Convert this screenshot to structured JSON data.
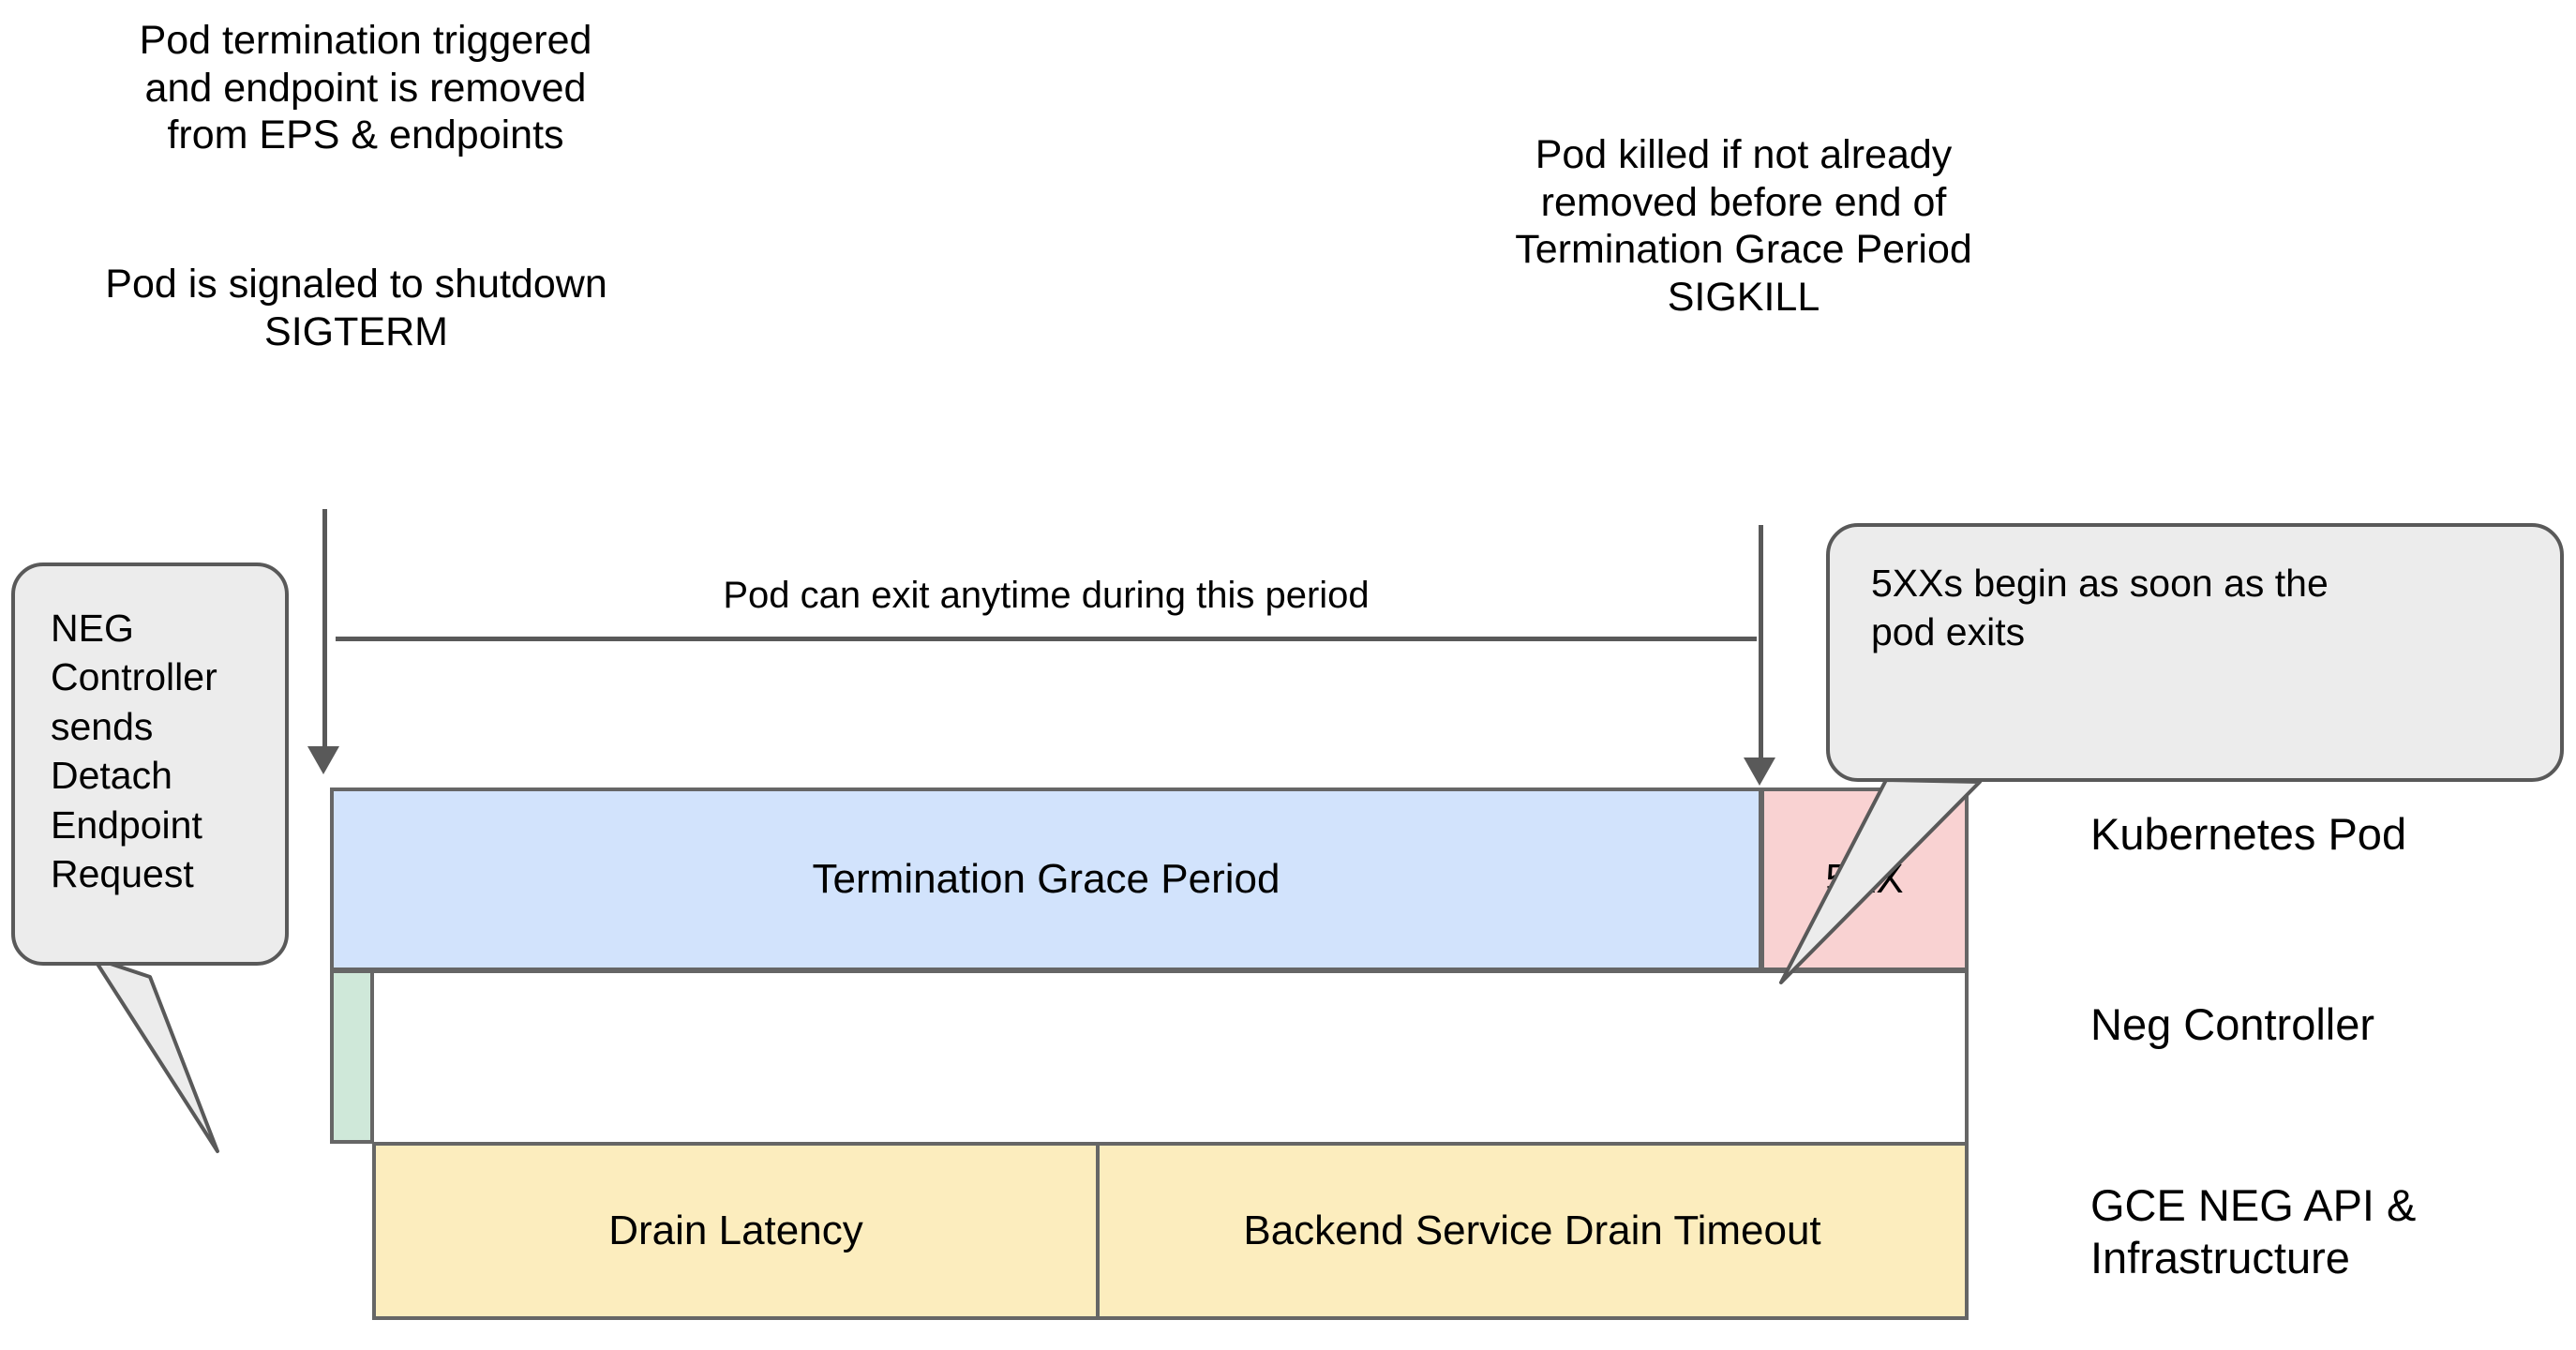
{
  "notes": {
    "termination": "Pod termination triggered\nand endpoint is removed\nfrom EPS & endpoints",
    "sigterm": "Pod is signaled to shutdown\nSIGTERM",
    "sigkill": "Pod killed if not already\nremoved before end of\nTermination Grace Period\nSIGKILL"
  },
  "timeline": {
    "span_label": "Pod can exit anytime during this period"
  },
  "bars": {
    "termination_grace_period": "Termination Grace Period",
    "five_xx": "5XX",
    "neg_detach": "",
    "drain_latency": "Drain Latency",
    "backend_service_drain_timeout": "Backend Service Drain Timeout"
  },
  "lanes": [
    {
      "label": "Kubernetes Pod"
    },
    {
      "label": "Neg Controller"
    },
    {
      "label": "GCE NEG API &\nInfrastructure"
    }
  ],
  "callouts": {
    "neg_controller": "NEG\nController\nsends\nDetach\nEndpoint\nRequest",
    "five_xx": "5XXs begin as soon as the\npod exits"
  },
  "colors": {
    "blue": "#d2e3fc",
    "pink": "#f9d2d2",
    "green": "#cfe8d9",
    "yellow": "#fcedbe",
    "bubble": "#ececec",
    "stroke": "#595959"
  }
}
